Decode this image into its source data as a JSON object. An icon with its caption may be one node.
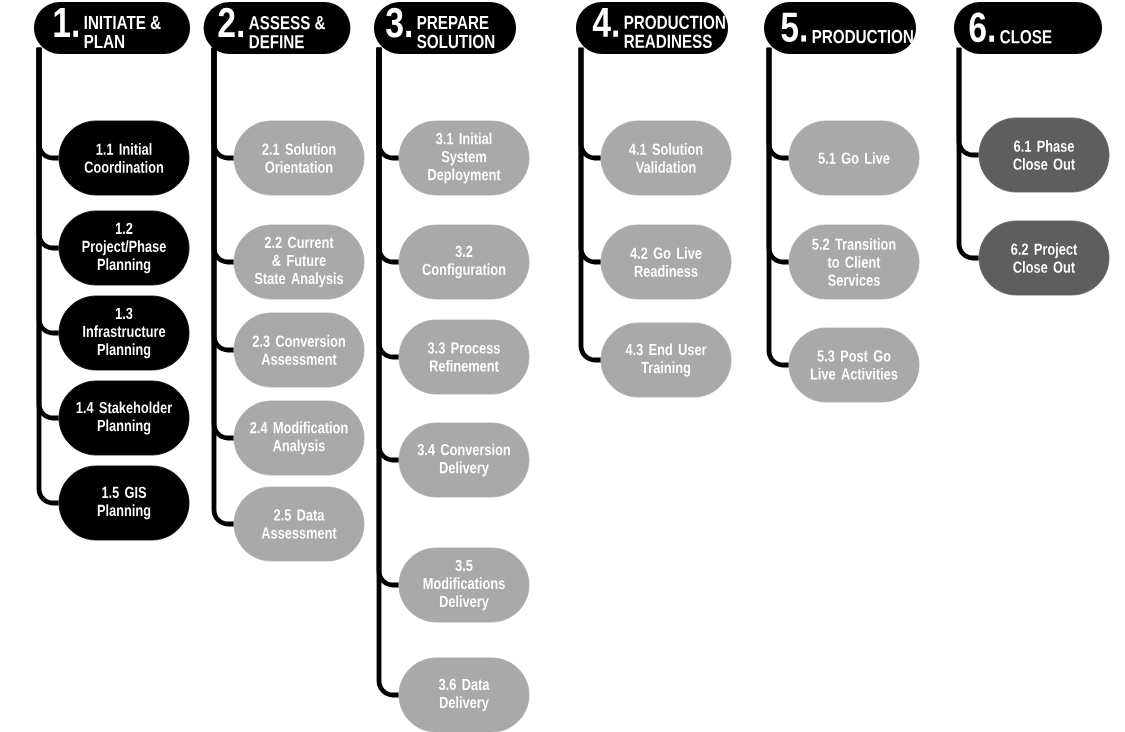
{
  "diagram": {
    "nodes": [
      {
        "text": [
          "1.",
          "INITIATE & PLAN"
        ]
      },
      {
        "text": [
          "1.1 Initial Coordination"
        ]
      },
      {
        "text": [
          "1.2 Project/Phase Planning"
        ]
      },
      {
        "text": [
          "1.3 Infrastructure Planning"
        ]
      },
      {
        "text": [
          "1.4 Stakeholder Planning"
        ]
      },
      {
        "text": [
          "1.5 GIS Planning"
        ]
      },
      {
        "text": [
          "2.",
          "ASSESS & DEFINE"
        ]
      },
      {
        "text": [
          "2.1 Solution Orientation"
        ]
      },
      {
        "text": [
          "2.2 Current & Future State Analysis"
        ]
      },
      {
        "text": [
          "2.3 Conversion Assessment"
        ]
      },
      {
        "text": [
          "2.4 Modification Analysis"
        ]
      },
      {
        "text": [
          "2.5 Data Assessment"
        ]
      },
      {
        "text": [
          "3.",
          "PREPARE SOLUTION"
        ]
      },
      {
        "text": [
          "3.1 Initial System Deployment"
        ]
      },
      {
        "text": [
          "3.2 Configuration"
        ]
      },
      {
        "text": [
          "3.3 Process Refinement"
        ]
      },
      {
        "text": [
          "3.4 Conversion Delivery"
        ]
      },
      {
        "text": [
          "3.5 Modifications Delivery"
        ]
      },
      {
        "text": [
          "3.6 Data Delivery"
        ]
      },
      {
        "text": [
          "4.",
          "PRODUCTION READINESS"
        ]
      },
      {
        "text": [
          "4.1 Solution Validation"
        ]
      },
      {
        "text": [
          "4.2 Go Live Readiness"
        ]
      },
      {
        "text": [
          "4.3 End User Training"
        ]
      },
      {
        "text": [
          "5.",
          "PRODUCTION"
        ]
      },
      {
        "text": [
          "5.1 Go Live"
        ]
      },
      {
        "text": [
          "5.2 Transition to Client Services"
        ]
      },
      {
        "text": [
          "5.3 Post Go Live Activities"
        ]
      },
      {
        "text": [
          "6.",
          "CLOSE"
        ]
      },
      {
        "text": [
          "6.1 Phase Close Out"
        ]
      },
      {
        "text": [
          "6.2 Project Close Out"
        ]
      }
    ],
    "edges": [
      {
        "from": 0,
        "to": 1,
        "arrow": "none"
      },
      {
        "from": 0,
        "to": 2,
        "arrow": "none"
      },
      {
        "from": 0,
        "to": 3,
        "arrow": "none"
      },
      {
        "from": 0,
        "to": 4,
        "arrow": "none"
      },
      {
        "from": 0,
        "to": 5,
        "arrow": "none"
      },
      {
        "from": 6,
        "to": 7,
        "arrow": "none"
      },
      {
        "from": 6,
        "to": 8,
        "arrow": "none"
      },
      {
        "from": 6,
        "to": 9,
        "arrow": "none"
      },
      {
        "from": 6,
        "to": 10,
        "arrow": "none"
      },
      {
        "from": 6,
        "to": 11,
        "arrow": "none"
      },
      {
        "from": 12,
        "to": 13,
        "arrow": "none"
      },
      {
        "from": 12,
        "to": 14,
        "arrow": "none"
      },
      {
        "from": 12,
        "to": 15,
        "arrow": "none"
      },
      {
        "from": 12,
        "to": 16,
        "arrow": "none"
      },
      {
        "from": 12,
        "to": 17,
        "arrow": "none"
      },
      {
        "from": 12,
        "to": 18,
        "arrow": "none"
      },
      {
        "from": 19,
        "to": 20,
        "arrow": "none"
      },
      {
        "from": 19,
        "to": 21,
        "arrow": "none"
      },
      {
        "from": 19,
        "to": 22,
        "arrow": "none"
      },
      {
        "from": 23,
        "to": 24,
        "arrow": "none"
      },
      {
        "from": 23,
        "to": 25,
        "arrow": "none"
      },
      {
        "from": 23,
        "to": 26,
        "arrow": "none"
      },
      {
        "from": 27,
        "to": 28,
        "arrow": "none"
      },
      {
        "from": 27,
        "to": 29,
        "arrow": "none"
      }
    ]
  }
}
